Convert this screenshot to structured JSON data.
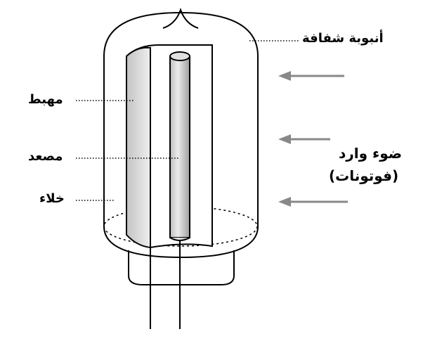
{
  "diagram": {
    "labels": {
      "tube": "أنبوبة شفافة",
      "cathode": "مهبط",
      "anode": "مصعد",
      "vacuum": "خلاء",
      "light_line1": "ضوء وارد",
      "light_line2": "(فوتونات)"
    },
    "colors": {
      "outline": "#000000",
      "arrow": "#888888",
      "rod_light": "#e6e6e6",
      "rod_dark": "#a8a8a8",
      "cathode_inner": "#d6d6d6"
    }
  }
}
